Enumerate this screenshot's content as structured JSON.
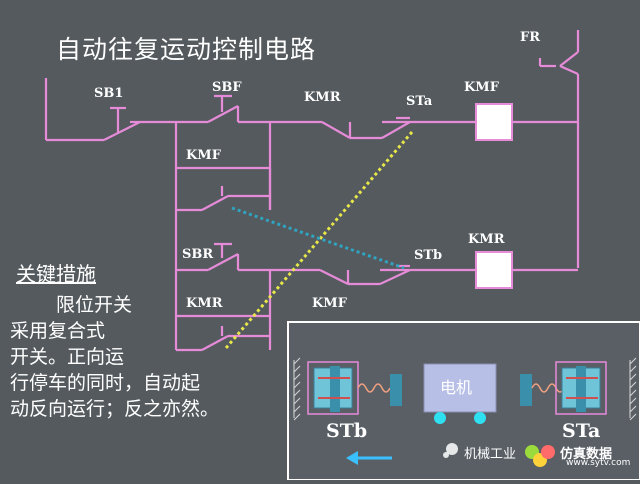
{
  "title": "自动往复运动控制电路",
  "labels": {
    "fr": "FR",
    "sb1": "SB1",
    "sbf": "SBF",
    "kmr_top": "KMR",
    "sta_top": "STa",
    "kmf_coil": "KMF",
    "kmf_hold": "KMF",
    "sbr": "SBR",
    "kmr_hold": "KMR",
    "kmf_interlock": "KMF",
    "stb_mid": "STb",
    "kmr_coil": "KMR"
  },
  "measures": {
    "heading": "关键措施",
    "lines": [
      "限位开关",
      "采用复合式",
      "开关。正向运",
      "行停车的同时，自动起",
      "动反向运行；反之亦然。"
    ]
  },
  "mechanism": {
    "motor_label": "电机",
    "stb": "STb",
    "sta": "STa"
  },
  "watermark": {
    "text": "机械工业",
    "brand": "仿真数据",
    "url": "www.sytv.com"
  },
  "colors": {
    "background": "#555a5e",
    "wire": "#e58bd8",
    "blue_wire": "#2fa3c0",
    "yellow_dashed": "#e8e84a",
    "coil_fill": "#ffffff",
    "motor_fill": "#b8bfe6",
    "panel_bg": "#5a5f66",
    "panel_border": "#ffffff",
    "arrow": "#3ac0ff"
  }
}
